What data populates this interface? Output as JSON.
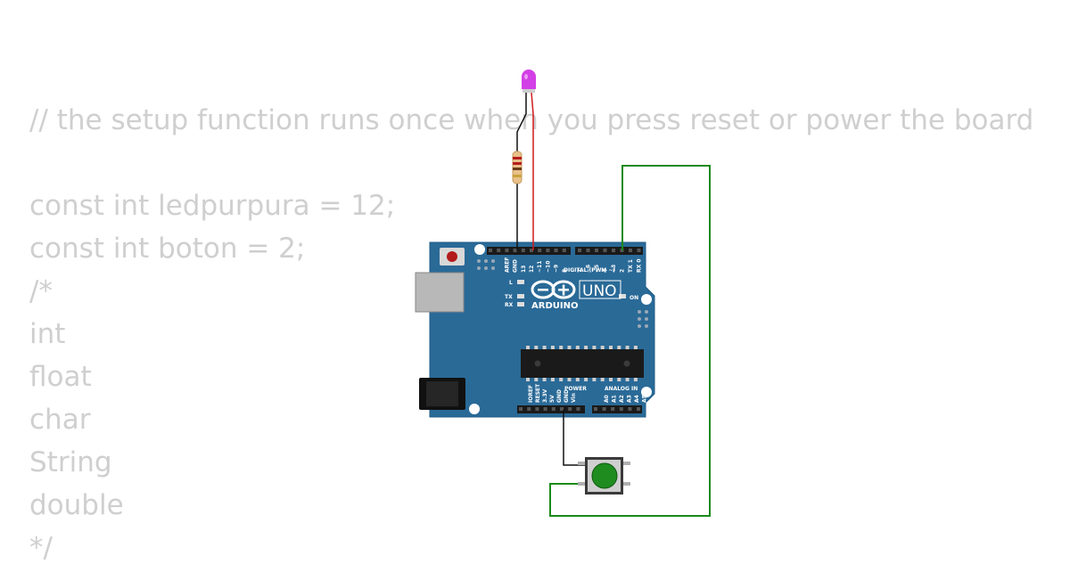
{
  "code_lines": [
    "// the setup function runs once when you press reset or power the board",
    "const int ledpurpura = 12;",
    "const int boton = 2;",
    "/*",
    "int",
    "float",
    "char",
    "String",
    "double",
    "*/"
  ],
  "board": {
    "brand": "ARDUINO",
    "model": "UNO",
    "digital_header_label": "DIGITAL (PWM ~)",
    "power_label": "POWER",
    "analog_label": "ANALOG IN",
    "led_labels": [
      "L",
      "TX",
      "RX"
    ],
    "on_label": "ON",
    "digital_pins": [
      "AREF",
      "GND",
      "13",
      "12",
      "~11",
      "~10",
      "~9",
      "8",
      "7",
      "~6",
      "~5",
      "4",
      "~3",
      "2",
      "TX 1",
      "RX 0"
    ],
    "power_pins": [
      "IOREF",
      "RESET",
      "3.3V",
      "5V",
      "GND",
      "GND",
      "Vin"
    ],
    "analog_pins": [
      "A0",
      "A1",
      "A2",
      "A3",
      "A4",
      "A5"
    ]
  },
  "colors": {
    "board": "#2a6a97",
    "board_dark": "#21557a",
    "led": "#d23fe6",
    "wire_red": "#d11a1a",
    "wire_black": "#111111",
    "wire_green": "#1a8a1a",
    "button_cap": "#1e8c1e"
  }
}
